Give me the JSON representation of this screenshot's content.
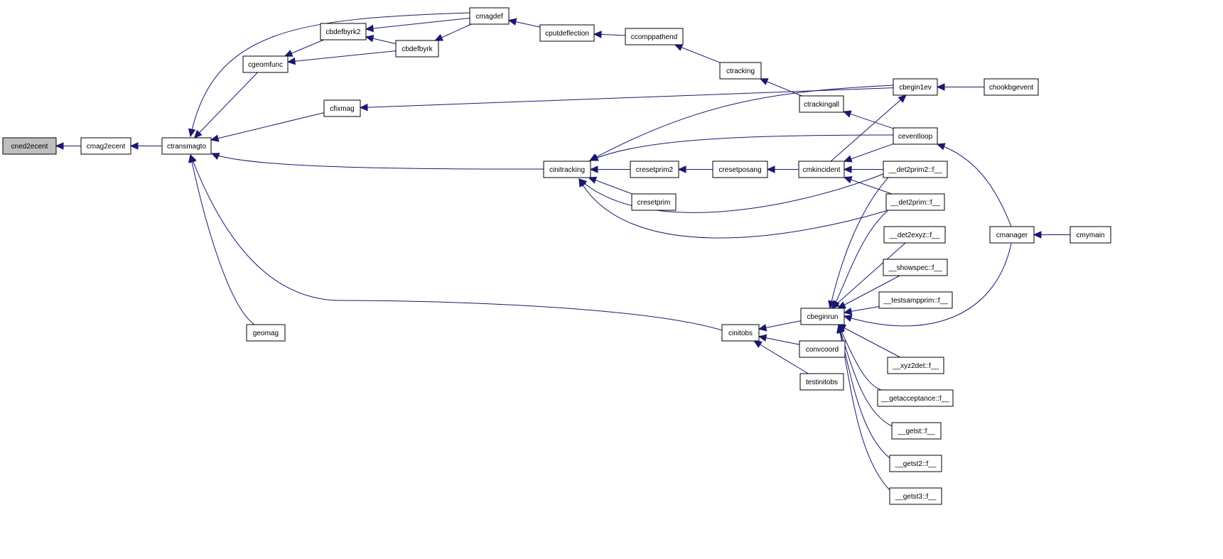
{
  "colors": {
    "edge": "#191970",
    "node_border": "#000000",
    "node_fill": "#ffffff",
    "root_fill": "#bfbfbf",
    "background": "#ffffff"
  },
  "nodes": [
    {
      "id": "cned2ecent",
      "label": "cned2ecent",
      "root": true
    },
    {
      "id": "cmag2ecent",
      "label": "cmag2ecent"
    },
    {
      "id": "ctransmagto",
      "label": "ctransmagto"
    },
    {
      "id": "cgeomfunc",
      "label": "cgeomfunc"
    },
    {
      "id": "cbdefbyrk2",
      "label": "cbdefbyrk2"
    },
    {
      "id": "cbdefbyrk",
      "label": "cbdefbyrk"
    },
    {
      "id": "cmagdef",
      "label": "cmagdef"
    },
    {
      "id": "cputdeflection",
      "label": "cputdeflection"
    },
    {
      "id": "ccomppathend",
      "label": "ccomppathend"
    },
    {
      "id": "ctracking",
      "label": "ctracking"
    },
    {
      "id": "cfixmag",
      "label": "cfixmag"
    },
    {
      "id": "ctrackingall",
      "label": "ctrackingall"
    },
    {
      "id": "cbegin1ev",
      "label": "cbegin1ev"
    },
    {
      "id": "chookbgevent",
      "label": "chookbgevent"
    },
    {
      "id": "ceventloop",
      "label": "ceventloop"
    },
    {
      "id": "cinitracking",
      "label": "cinitracking"
    },
    {
      "id": "cresetprim2",
      "label": "cresetprim2"
    },
    {
      "id": "cresetposang",
      "label": "cresetposang"
    },
    {
      "id": "cmkincident",
      "label": "cmkincident"
    },
    {
      "id": "det2prim2",
      "label": "__det2prim2::f__"
    },
    {
      "id": "cresetprim",
      "label": "cresetprim"
    },
    {
      "id": "det2prim",
      "label": "__det2prim::f__"
    },
    {
      "id": "det2exyz",
      "label": "__det2exyz::f__"
    },
    {
      "id": "cmanager",
      "label": "cmanager"
    },
    {
      "id": "cmymain",
      "label": "cmymain"
    },
    {
      "id": "showspec",
      "label": "__showspec::f__"
    },
    {
      "id": "testsampprim",
      "label": "__testsampprim::f__"
    },
    {
      "id": "cbeginrun",
      "label": "cbeginrun"
    },
    {
      "id": "geomag",
      "label": "geomag"
    },
    {
      "id": "cinitobs",
      "label": "cinitobs"
    },
    {
      "id": "convcoord",
      "label": "convcoord"
    },
    {
      "id": "xyz2det",
      "label": "__xyz2det::f__"
    },
    {
      "id": "testinitobs",
      "label": "testinitobs"
    },
    {
      "id": "getacceptance",
      "label": "__getacceptance::f__"
    },
    {
      "id": "getst",
      "label": "__getst::f__"
    },
    {
      "id": "getst2",
      "label": "__getst2::f__"
    },
    {
      "id": "getst3",
      "label": "__getst3::f__"
    }
  ],
  "edges": [
    [
      "cmag2ecent",
      "cned2ecent"
    ],
    [
      "ctransmagto",
      "cmag2ecent"
    ],
    [
      "cgeomfunc",
      "ctransmagto"
    ],
    [
      "cmagdef",
      "ctransmagto"
    ],
    [
      "cfixmag",
      "ctransmagto"
    ],
    [
      "cinitracking",
      "ctransmagto"
    ],
    [
      "geomag",
      "ctransmagto"
    ],
    [
      "cinitobs",
      "ctransmagto"
    ],
    [
      "cbdefbyrk2",
      "cgeomfunc"
    ],
    [
      "cbdefbyrk",
      "cgeomfunc"
    ],
    [
      "cmagdef",
      "cbdefbyrk2"
    ],
    [
      "cbdefbyrk",
      "cbdefbyrk2"
    ],
    [
      "cmagdef",
      "cbdefbyrk"
    ],
    [
      "cputdeflection",
      "cmagdef"
    ],
    [
      "ccomppathend",
      "cputdeflection"
    ],
    [
      "ctracking",
      "ccomppathend"
    ],
    [
      "ctrackingall",
      "ctracking"
    ],
    [
      "cbegin1ev",
      "cfixmag"
    ],
    [
      "ceventloop",
      "ctrackingall"
    ],
    [
      "chookbgevent",
      "cbegin1ev"
    ],
    [
      "cmkincident",
      "cbegin1ev"
    ],
    [
      "cmanager",
      "ceventloop"
    ],
    [
      "cbegin1ev",
      "cinitracking"
    ],
    [
      "ceventloop",
      "cinitracking"
    ],
    [
      "cresetprim2",
      "cinitracking"
    ],
    [
      "cresetprim",
      "cinitracking"
    ],
    [
      "det2prim2",
      "cinitracking"
    ],
    [
      "det2prim",
      "cinitracking"
    ],
    [
      "cresetposang",
      "cresetprim2"
    ],
    [
      "cmkincident",
      "cresetposang"
    ],
    [
      "ceventloop",
      "cmkincident"
    ],
    [
      "det2prim2",
      "cmkincident"
    ],
    [
      "det2prim",
      "cmkincident"
    ],
    [
      "cmymain",
      "cmanager"
    ],
    [
      "cbeginrun",
      "cinitobs"
    ],
    [
      "convcoord",
      "cinitobs"
    ],
    [
      "testinitobs",
      "cinitobs"
    ],
    [
      "det2prim2",
      "cbeginrun"
    ],
    [
      "det2prim",
      "cbeginrun"
    ],
    [
      "det2exyz",
      "cbeginrun"
    ],
    [
      "showspec",
      "cbeginrun"
    ],
    [
      "testsampprim",
      "cbeginrun"
    ],
    [
      "cmanager",
      "cbeginrun"
    ],
    [
      "xyz2det",
      "cbeginrun"
    ],
    [
      "getacceptance",
      "cbeginrun"
    ],
    [
      "getst",
      "cbeginrun"
    ],
    [
      "getst2",
      "cbeginrun"
    ],
    [
      "getst3",
      "cbeginrun"
    ]
  ]
}
